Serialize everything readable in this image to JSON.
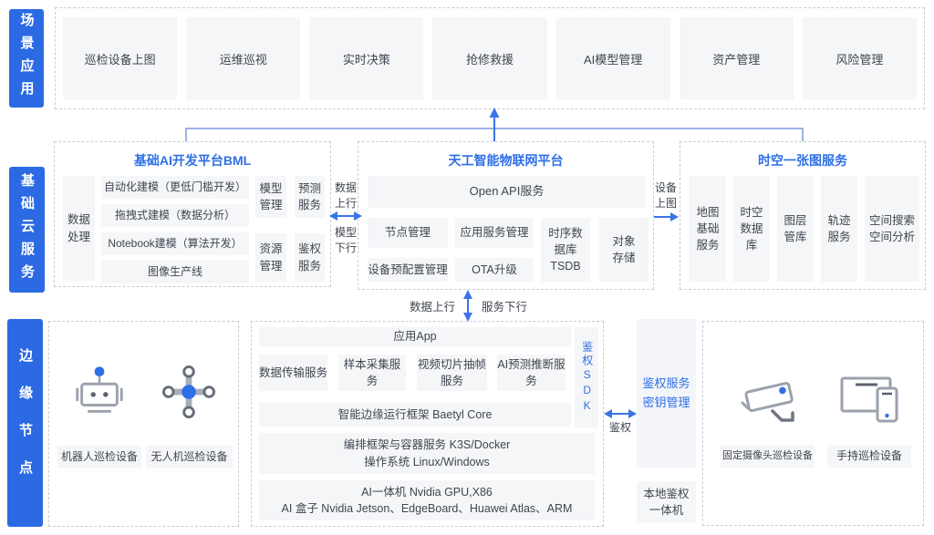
{
  "colors": {
    "band_blue": "#2B6AE3",
    "title_blue": "#2F6FE6",
    "arrow_blue": "#3B74E6",
    "box_fill": "#F5F6F8"
  },
  "bands": {
    "scenario": "场景应用",
    "cloud": "基础云服务",
    "edge": "边缘节点"
  },
  "scenario": {
    "items": [
      "巡检设备上图",
      "运维巡视",
      "实时决策",
      "抢修救援",
      "AI模型管理",
      "资产管理",
      "风险管理"
    ]
  },
  "bml": {
    "title": "基础AI开发平台BML",
    "data_processing": "数据处理",
    "rows": [
      "自动化建模（更低门槛开发）",
      "拖拽式建模（数据分析）",
      "Notebook建模（算法开发）",
      "图像生产线"
    ],
    "model_mgmt": "模型管理",
    "predict_service": "预测服务",
    "resource_mgmt": "资源管理",
    "auth_service": "鉴权服务"
  },
  "link_bml_iot": {
    "up": "数据上行",
    "down": "模型下行"
  },
  "iot": {
    "title": "天工智能物联网平台",
    "open_api": "Open API服务",
    "node_mgmt": "节点管理",
    "app_service_mgmt": "应用服务管理",
    "device_preconfig": "设备预配置管理",
    "ota": "OTA升级",
    "tsdb": "时序数据库TSDB",
    "object_storage": "对象存储"
  },
  "link_iot_map": {
    "label": "设备上图"
  },
  "map": {
    "title": "时空一张图服务",
    "columns": [
      "地图基础服务",
      "时空数据库",
      "图层管库",
      "轨迹服务",
      "空间搜索空间分析"
    ]
  },
  "link_cloud_edge": {
    "up": "数据上行",
    "down": "服务下行"
  },
  "edge_left": {
    "robot_label": "机器人巡检设备",
    "drone_label": "无人机巡检设备"
  },
  "edge_stack": {
    "app": "应用App",
    "services": [
      "数据传输服务",
      "样本采集服务",
      "视频切片抽帧服务",
      "AI预测推断服务"
    ],
    "sdk": "鉴权SDK",
    "baetyl": "智能边缘运行框架 Baetyl Core",
    "os_lines": [
      "编排框架与容器服务 K3S/Docker",
      "操作系统 Linux/Windows"
    ],
    "hw_lines": [
      "AI一体机 Nvidia GPU,X86",
      "AI 盒子 Nvidia Jetson、EdgeBoard、Huawei Atlas、ARM"
    ]
  },
  "auth": {
    "link_label": "鉴权",
    "service_box": "鉴权服务密钥管理",
    "local_box": "本地鉴权一体机"
  },
  "edge_right": {
    "camera_label": "固定摄像头巡检设备",
    "handheld_label": "手持巡检设备"
  }
}
